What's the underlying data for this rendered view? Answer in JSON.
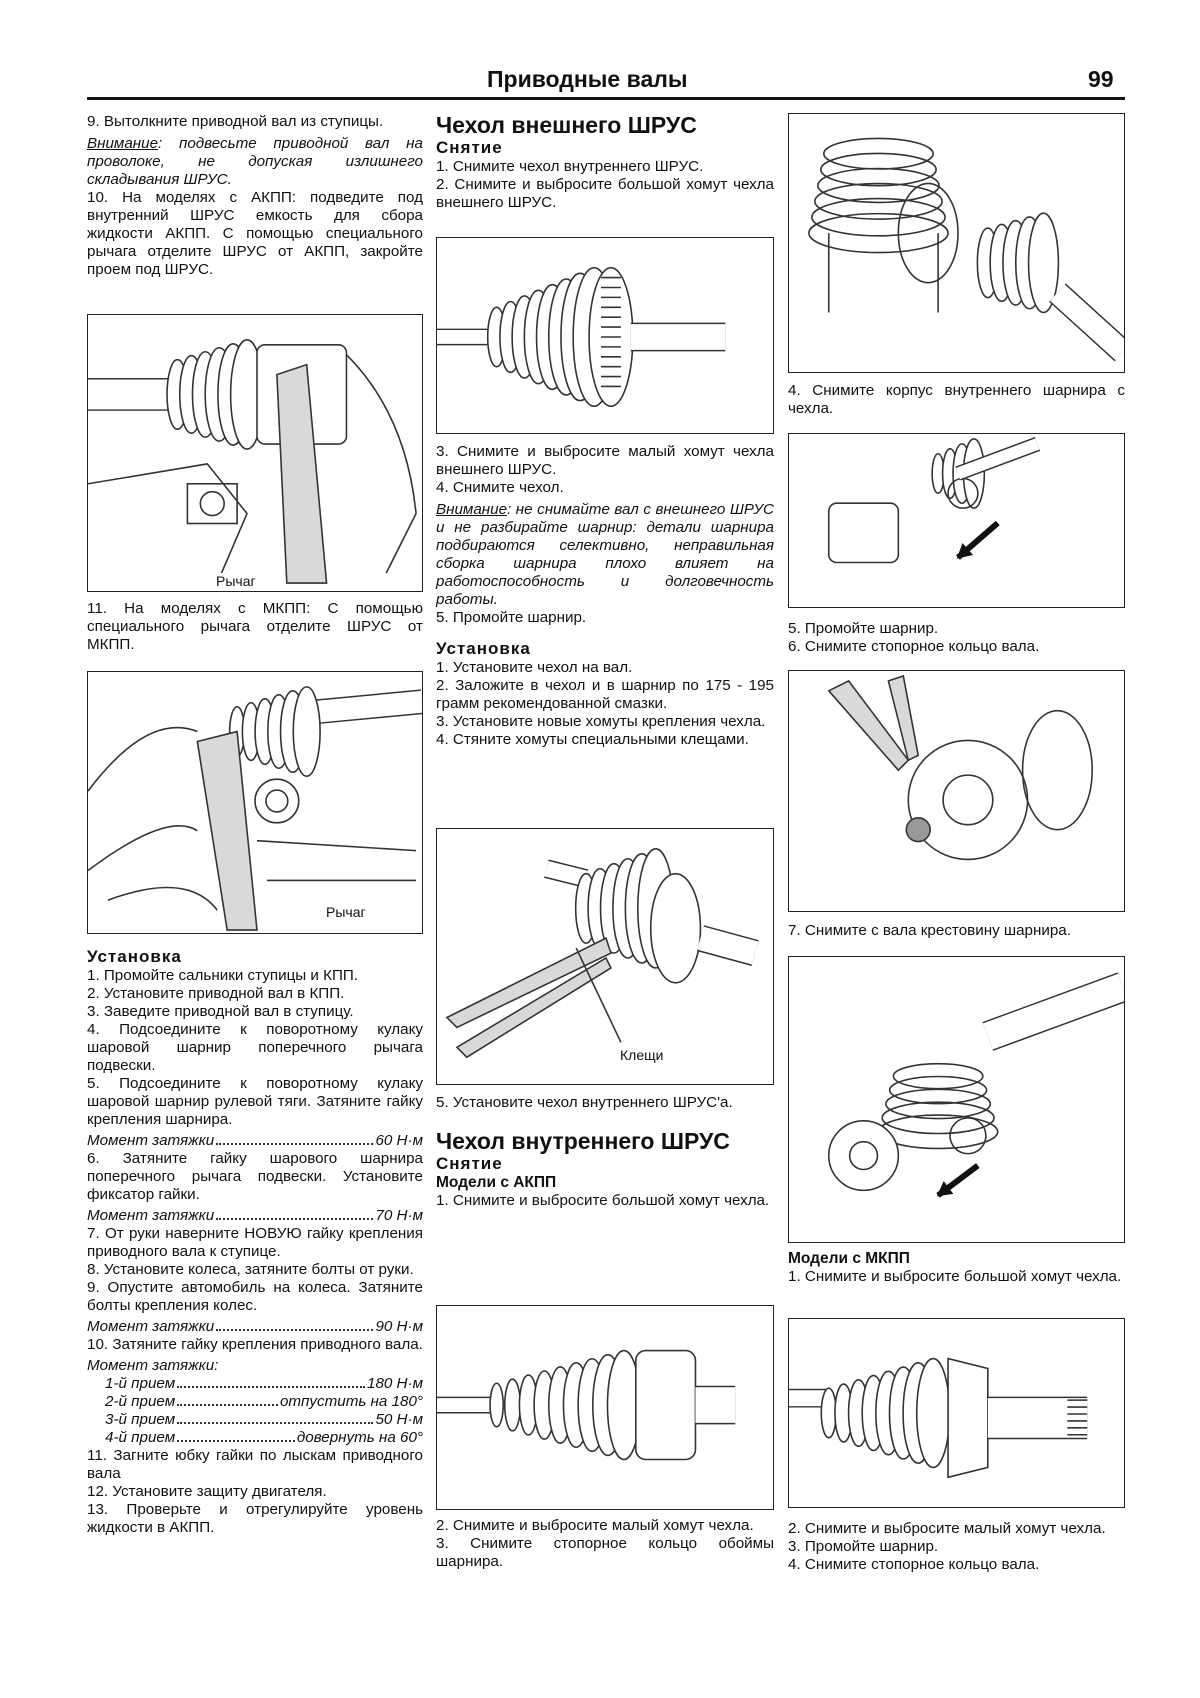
{
  "header": {
    "title": "Приводные валы",
    "page_number": "99"
  },
  "left": {
    "block_a": {
      "item9": "9. Вытолкните приводной вал из ступицы.",
      "note_label": "Внимание",
      "note_text": ": подвесьте приводной вал на проволоке, не допуская излишнего складывания ШРУС.",
      "item10": "10. На моделях с АКПП: подведите под внутренний ШРУС емкость для сбора жидкости АКПП. С помощью специального рычага отделите ШРУС от АКПП, закройте проем под ШРУС."
    },
    "fig1_caption": "Рычаг",
    "item11": "11. На моделях с МКПП: С помощью специального рычага отделите ШРУС от МКПП.",
    "fig2_caption": "Рычаг",
    "install": {
      "heading": "Установка",
      "item1": "1. Промойте сальники ступицы и КПП.",
      "item2": "2. Установите приводной вал в КПП.",
      "item3": "3. Заведите приводной вал в ступицу.",
      "item4": "4. Подсоедините к поворотному кулаку шаровой шарнир поперечного рычага подвески.",
      "item5": "5. Подсоедините к поворотному кулаку шаровой шарнир рулевой тяги. Затяните гайку крепления шарнира.",
      "torque1": {
        "label": "Момент затяжки",
        "value": "60 Н·м"
      },
      "item6": "6. Затяните гайку шарового шарнира поперечного рычага подвески. Установите фиксатор гайки.",
      "torque2": {
        "label": "Момент затяжки",
        "value": "70 Н·м"
      },
      "item7": "7. От руки наверните НОВУЮ гайку крепления приводного вала к ступице.",
      "item8": "8. Установите колеса, затяните болты от руки.",
      "item9": "9. Опустите автомобиль на колеса. Затяните болты крепления колес.",
      "torque3": {
        "label": "Момент затяжки",
        "value": "90 Н·м"
      },
      "item10": "10. Затяните гайку крепления приводного вала.",
      "torque4_label": "Момент затяжки:",
      "stages": [
        {
          "label": "1-й прием",
          "value": "180 Н·м"
        },
        {
          "label": "2-й прием",
          "value": "отпустить на 180°"
        },
        {
          "label": "3-й прием",
          "value": "50 Н·м"
        },
        {
          "label": "4-й прием",
          "value": "довернуть на 60°"
        }
      ],
      "item11": "11. Загните юбку гайки по лыскам приводного вала",
      "item12": "12. Установите защиту двигателя.",
      "item13": "13. Проверьте и отрегулируйте уровень жидкости в АКПП."
    }
  },
  "middle": {
    "outer": {
      "title": "Чехол внешнего ШРУС",
      "removal_heading": "Снятие",
      "item1": "1. Снимите чехол внутреннего ШРУС.",
      "item2": "2. Снимите и выбросите большой хомут чехла внешнего ШРУС.",
      "item3": "3. Снимите и выбросите малый хомут чехла внешнего ШРУС.",
      "item4": "4. Снимите чехол.",
      "note_label": "Внимание",
      "note_text": ": не снимайте вал с внешнего ШРУС и не разбирайте шарнир: детали шарнира подбираются селективно, неправильная сборка шарнира плохо влияет на работоспособность и долговечность работы.",
      "item5": "5. Промойте шарнир.",
      "install_heading": "Установка",
      "inst1": "1. Установите чехол на вал.",
      "inst2": "2. Заложите в чехол и в шарнир по 175 - 195 грамм рекомендованной смазки.",
      "inst3": "3. Установите новые хомуты крепления чехла.",
      "inst4": "4. Стяните хомуты специальными клещами.",
      "fig2_caption": "Клещи",
      "inst5": "5. Установите чехол внутреннего ШРУС'а."
    },
    "inner": {
      "title": "Чехол внутреннего ШРУС",
      "removal_heading": "Снятие",
      "subheading": "Модели с АКПП",
      "item1": "1. Снимите и выбросите большой хомут чехла.",
      "item2": "2. Снимите и выбросите малый хомут чехла.",
      "item3": "3. Снимите стопорное кольцо обоймы шарнира."
    }
  },
  "right": {
    "item4": "4. Снимите корпус внутреннего шарнира с чехла.",
    "item5": "5. Промойте шарнир.",
    "item6": "6. Снимите стопорное кольцо вала.",
    "item7": "7. Снимите с вала крестовину шарнира.",
    "mt": {
      "subheading": "Модели с МКПП",
      "item1": "1. Снимите и выбросите большой хомут чехла.",
      "item2": "2. Снимите и выбросите малый хомут чехла.",
      "item3": "3. Промойте шарнир.",
      "item4": "4. Снимите стопорное кольцо вала."
    }
  },
  "colors": {
    "text": "#111111",
    "line_art": "#333333",
    "fill": "#d9d9d9"
  },
  "icons": [
    "arrow-icon"
  ]
}
